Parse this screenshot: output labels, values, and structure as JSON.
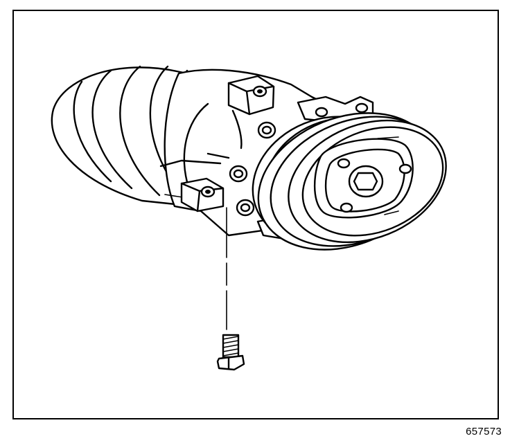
{
  "figure": {
    "id_label": "657573"
  },
  "icons": {
    "compressor": "ac-compressor-drawing",
    "bolt": "mounting-bolt-drawing",
    "guide_line": "dashed-installation-line"
  },
  "colors": {
    "line": "#000000",
    "background": "#ffffff"
  }
}
